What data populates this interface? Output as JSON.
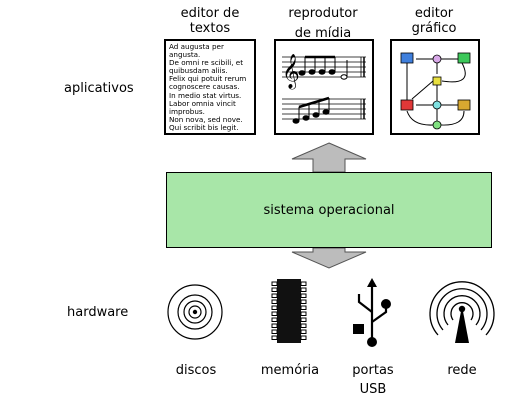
{
  "categories": {
    "apps": "aplicativos",
    "hardware": "hardware"
  },
  "apps": [
    {
      "line1": "editor de",
      "line2": "textos"
    },
    {
      "line1": "reprodutor",
      "line2": "de mídia"
    },
    {
      "line1": "editor",
      "line2": "gráfico"
    }
  ],
  "document_text": "Ad augusta per\nangusta.\nDe omni re scibili, et\nquibusdam aliis.\nFelix qui potuit rerum\ncognoscere causas.\nIn medio stat virtus.\nLabor omnia vincit\nimprobus.\nNon nova, sed nove.\nQui scribit bis legit.",
  "os": "sistema operacional",
  "hardware": [
    {
      "line1": "discos",
      "line2": ""
    },
    {
      "line1": "memória",
      "line2": ""
    },
    {
      "line1": "portas",
      "line2": "USB"
    },
    {
      "line1": "rede",
      "line2": ""
    }
  ],
  "colors": {
    "os_fill": "#a8e6a8",
    "arrow_fill": "#bcbcbc",
    "node_blue": "#3f7fdc",
    "node_violet": "#d8a8e8",
    "node_green": "#3cc85a",
    "node_yellow": "#e8e040",
    "node_red": "#e03838",
    "node_cyan": "#7ee0e0",
    "node_orange": "#d8a830",
    "node_lightgreen": "#80e080"
  }
}
